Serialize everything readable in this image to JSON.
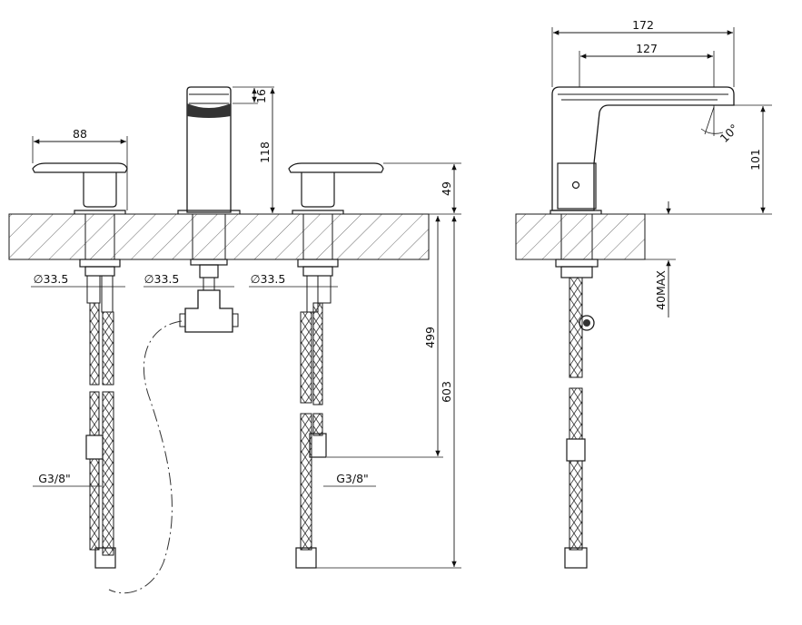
{
  "dimensions": {
    "handle_width": "88",
    "spout_top": "16",
    "spout_height": "118",
    "handle_height": "49",
    "hole_left": "∅33.5",
    "hole_center": "∅33.5",
    "hole_right": "∅33.5",
    "hose_short": "499",
    "hose_long": "603",
    "thread_left": "G3/8\"",
    "thread_right": "G3/8\"",
    "overall_depth": "172",
    "spout_reach": "127",
    "spout_angle": "10°",
    "side_height": "101",
    "deck_max": "40MAX"
  },
  "colors": {
    "line": "#1a1a1a",
    "background": "#ffffff"
  }
}
